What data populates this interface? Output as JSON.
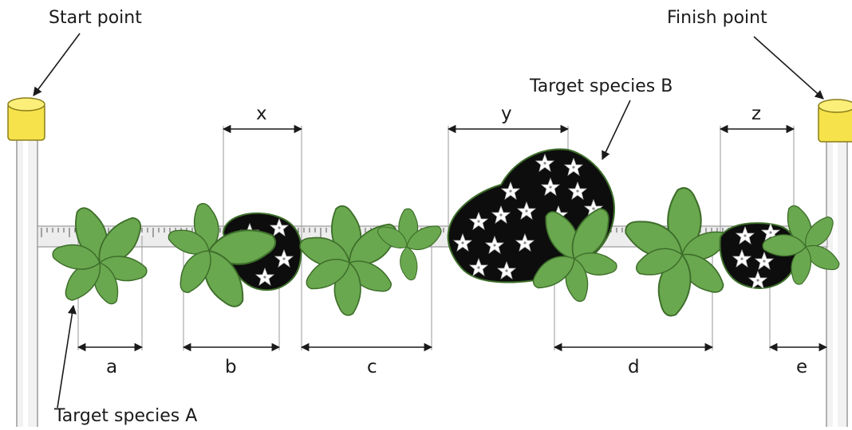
{
  "callouts": {
    "start": "Start point",
    "finish": "Finish point",
    "species_a": "Target species A",
    "species_b": "Target species B"
  },
  "gaps": [
    "x",
    "y",
    "z"
  ],
  "intercepts": [
    "a",
    "b",
    "c",
    "d",
    "e"
  ],
  "colors": {
    "leaf": "#6aa84f",
    "leaf_dark": "#3d6e2a",
    "shrub": "#0d0d0d",
    "flower": "#ffffff",
    "post_cap": "#f6e24a",
    "tape": "#ededed",
    "dim_line": "#1a1a1a",
    "guide": "#9a9a9a"
  }
}
